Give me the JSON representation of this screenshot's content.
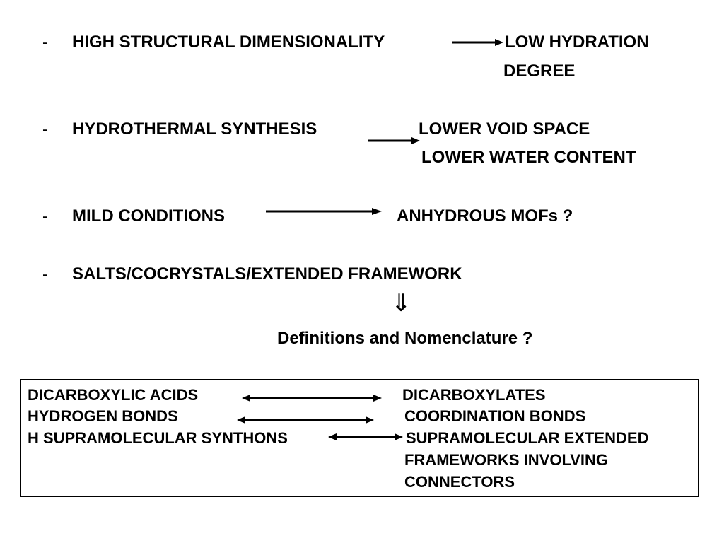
{
  "bullets": {
    "marker": "-",
    "row1": {
      "left": "HIGH STRUCTURAL DIMENSIONALITY",
      "right_line1": "LOW HYDRATION",
      "right_line2": "DEGREE"
    },
    "row2": {
      "left": "HYDROTHERMAL SYNTHESIS",
      "right_line1": "LOWER VOID SPACE",
      "right_line2": "LOWER WATER CONTENT"
    },
    "row3": {
      "left": "MILD CONDITIONS",
      "right": "ANHYDROUS MOFs ?"
    },
    "row4": {
      "left": "SALTS/COCRYSTALS/EXTENDED FRAMEWORK"
    }
  },
  "implies_symbol": "⇓",
  "conclusion": "Definitions and Nomenclature ?",
  "box": {
    "rows": [
      {
        "left": "DICARBOXYLIC ACIDS",
        "right": "DICARBOXYLATES"
      },
      {
        "left": "HYDROGEN BONDS",
        "right": "COORDINATION BONDS"
      },
      {
        "left": "H SUPRAMOLECULAR SYNTHONS",
        "right": "SUPRAMOLECULAR EXTENDED"
      }
    ],
    "continuation": [
      "FRAMEWORKS INVOLVING",
      "CONNECTORS"
    ]
  },
  "colors": {
    "text": "#000000",
    "background": "#ffffff"
  }
}
